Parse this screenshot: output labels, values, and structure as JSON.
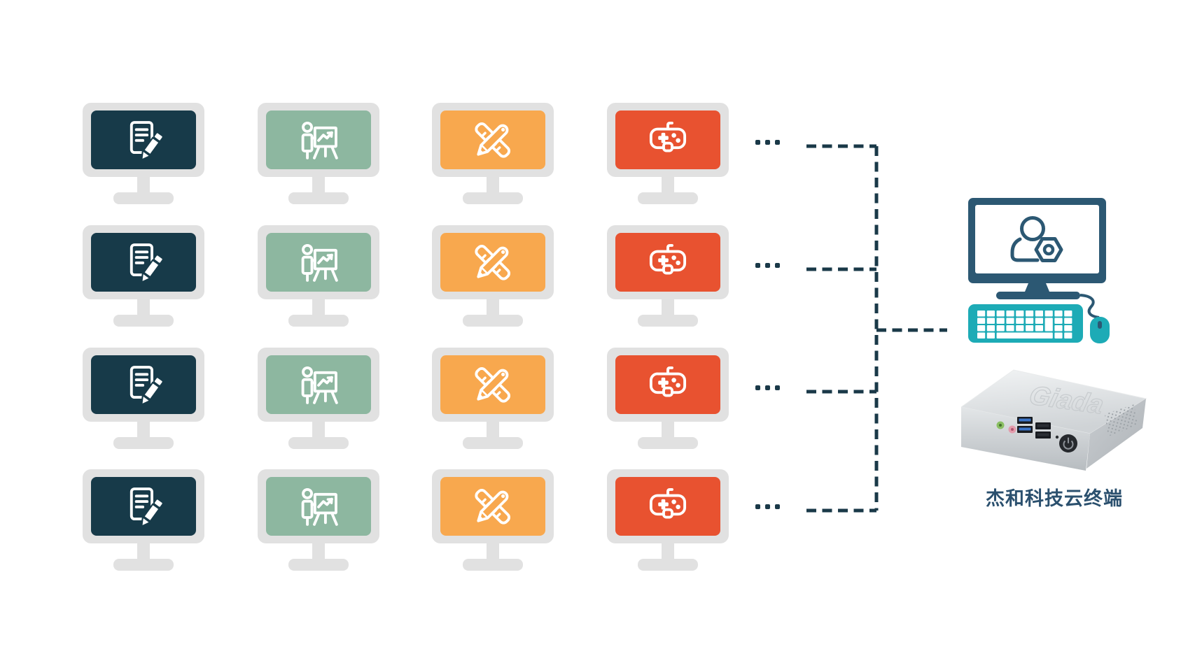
{
  "colors": {
    "background": "#ffffff",
    "connector": "#1a3948",
    "monitor_frame": "#e1e1e1",
    "admin_navy": "#2c5873",
    "peripheral_teal": "#1dabb6",
    "label_text": "#2b506e",
    "icon_stroke": "#ffffff"
  },
  "grid": {
    "rows": 4,
    "ellipsis_dots_per_row": 3,
    "columns": [
      {
        "name": "document-editing",
        "icon": "doc-edit-icon",
        "screen": "#173a49"
      },
      {
        "name": "presentation",
        "icon": "presenter-icon",
        "screen": "#8db7a0"
      },
      {
        "name": "design-tools",
        "icon": "ruler-pencil-icon",
        "screen": "#f8a84e"
      },
      {
        "name": "gaming",
        "icon": "gamepad-icon",
        "screen": "#e85230"
      }
    ]
  },
  "server": {
    "label": "杰和科技云终端",
    "device_logo": "Giada"
  }
}
